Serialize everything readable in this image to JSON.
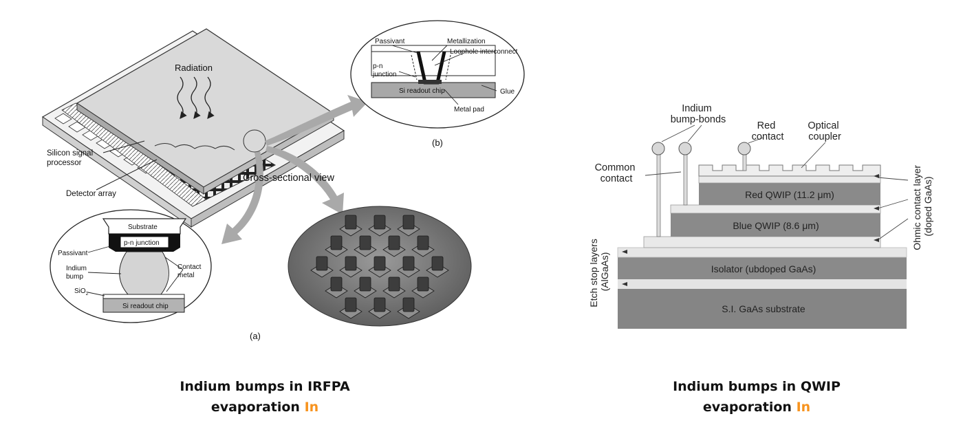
{
  "left_figure": {
    "radiation": "Radiation",
    "silicon_signal_processor": [
      "Silicon signal",
      "processor"
    ],
    "detector_array": "Detector array",
    "cross_sectional_view": "Cross-sectional view",
    "panel_a": {
      "label": "(a)",
      "substrate": "Substrate",
      "pn_junction": "p-n junction",
      "passivant": "Passivant",
      "indium_bump": [
        "Indium",
        "bump"
      ],
      "contact_metal": [
        "Contact",
        "metal"
      ],
      "sio2": "SiO",
      "sio2_sub": "2",
      "si_readout_chip": "Si readout chip"
    },
    "panel_b": {
      "label": "(b)",
      "passivant": "Passivant",
      "metallization": "Metallization",
      "loophole_interconnect": "Loophole interconnect",
      "pn_junction": [
        "p-n",
        "junction"
      ],
      "si_readout_chip": "Si readout chip",
      "glue": "Glue",
      "metal_pad": "Metal pad"
    }
  },
  "right_figure": {
    "indium_bump_bonds": [
      "Indium",
      "bump-bonds"
    ],
    "red_contact": [
      "Red",
      "contact"
    ],
    "optical_coupler": [
      "Optical",
      "coupler"
    ],
    "common_contact": [
      "Common",
      "contact"
    ],
    "red_qwip": "Red QWIP (11.2 μm)",
    "blue_qwip": "Blue QWIP (8.6 μm)",
    "isolator": "Isolator (ubdoped GaAs)",
    "substrate": "S.I. GaAs substrate",
    "etch_stop": [
      "Etch stop layers",
      "(AlGaAs)"
    ],
    "ohmic_contact": [
      "Ohmic contact layer",
      "(doped GaAs)"
    ]
  },
  "captions": {
    "left": {
      "line1": "Indium bumps in IRFPA",
      "line2_prefix": "evaporation ",
      "highlight": "In"
    },
    "right": {
      "line1": "Indium bumps in QWIP",
      "line2_prefix": "evaporation ",
      "highlight": "In"
    }
  },
  "colors": {
    "accent": "#f7931e",
    "layer_dark": "#8a8a8a",
    "layer_light": "#e6e6e6",
    "arrow": "#a8a8a8"
  }
}
